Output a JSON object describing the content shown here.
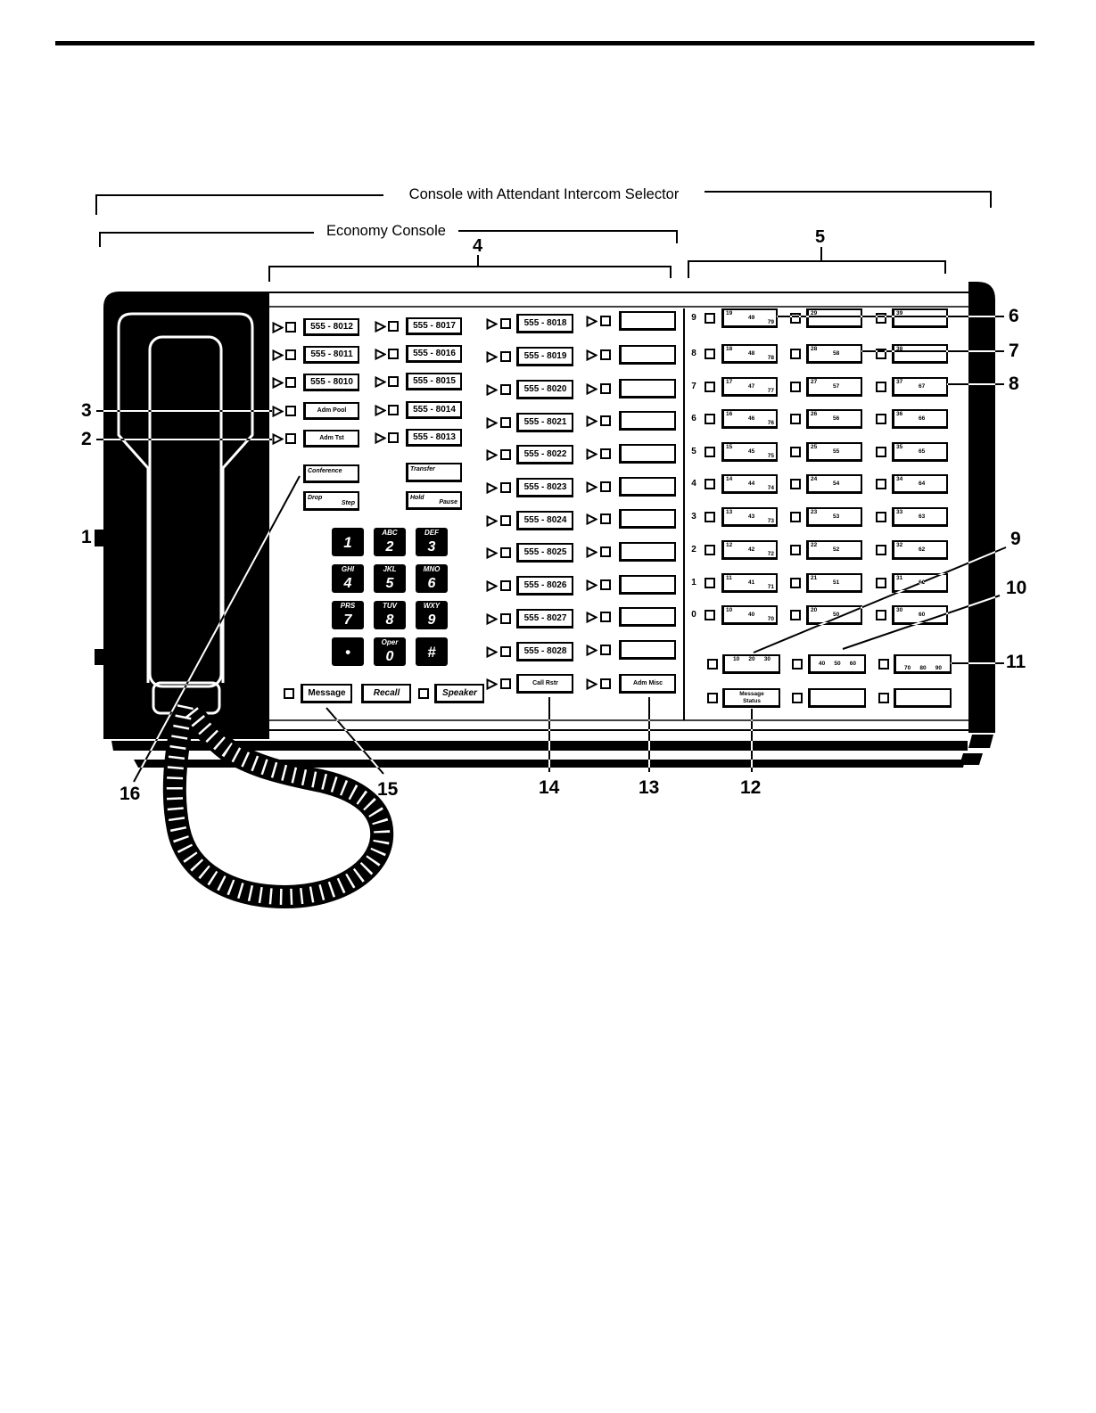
{
  "headers": {
    "full_console": "Console with Attendant Intercom Selector",
    "economy_console": "Economy Console",
    "section_4": "4",
    "section_5": "5"
  },
  "callouts": {
    "n1": "1",
    "n2": "2",
    "n3": "3",
    "n6": "6",
    "n7": "7",
    "n8": "8",
    "n9": "9",
    "n10": "10",
    "n11": "11",
    "n12": "12",
    "n13": "13",
    "n14": "14",
    "n15": "15",
    "n16": "16"
  },
  "call_appearances": {
    "col1": [
      "555 - 8012",
      "555 - 8011",
      "555 - 8010",
      "Adm Pool",
      "Adm Tst"
    ],
    "col2": [
      "555 - 8017",
      "555 - 8016",
      "555 - 8015",
      "555 - 8014",
      "555 - 8013"
    ],
    "col3": [
      "555 - 8018",
      "555 - 8019",
      "555 - 8020",
      "555 - 8021",
      "555 - 8022",
      "555 - 8023",
      "555 - 8024",
      "555 - 8025",
      "555 - 8026",
      "555 - 8027",
      "555 - 8028",
      "Call Rstr"
    ],
    "col4": [
      "",
      "",
      "",
      "",
      "",
      "",
      "",
      "",
      "",
      "",
      "",
      "Adm Misc"
    ]
  },
  "function_keys": {
    "conference": "Conference",
    "transfer": "Transfer",
    "drop": "Drop",
    "step": "Step",
    "hold": "Hold",
    "pause": "Pause"
  },
  "keypad": [
    {
      "letters": "",
      "digit": "1"
    },
    {
      "letters": "ABC",
      "digit": "2"
    },
    {
      "letters": "DEF",
      "digit": "3"
    },
    {
      "letters": "GHI",
      "digit": "4"
    },
    {
      "letters": "JKL",
      "digit": "5"
    },
    {
      "letters": "MNO",
      "digit": "6"
    },
    {
      "letters": "PRS",
      "digit": "7"
    },
    {
      "letters": "TUV",
      "digit": "8"
    },
    {
      "letters": "WXY",
      "digit": "9"
    },
    {
      "letters": "",
      "digit": "•"
    },
    {
      "letters": "Oper",
      "digit": "0"
    },
    {
      "letters": "",
      "digit": "#"
    }
  ],
  "bottom_keys": {
    "message": "Message",
    "recall": "Recall",
    "speaker": "Speaker"
  },
  "selector": {
    "rows": [
      {
        "label": "9",
        "buttons": [
          [
            "19",
            "49",
            "79"
          ],
          [
            "29"
          ],
          [
            "39"
          ]
        ]
      },
      {
        "label": "8",
        "buttons": [
          [
            "18",
            "48",
            "78"
          ],
          [
            "28",
            "58"
          ],
          [
            "38"
          ]
        ]
      },
      {
        "label": "7",
        "buttons": [
          [
            "17",
            "47",
            "77"
          ],
          [
            "27",
            "57"
          ],
          [
            "37",
            "67"
          ]
        ]
      },
      {
        "label": "6",
        "buttons": [
          [
            "16",
            "46",
            "76"
          ],
          [
            "26",
            "56"
          ],
          [
            "36",
            "66"
          ]
        ]
      },
      {
        "label": "5",
        "buttons": [
          [
            "15",
            "45",
            "75"
          ],
          [
            "25",
            "55"
          ],
          [
            "35",
            "65"
          ]
        ]
      },
      {
        "label": "4",
        "buttons": [
          [
            "14",
            "44",
            "74"
          ],
          [
            "24",
            "54"
          ],
          [
            "34",
            "64"
          ]
        ]
      },
      {
        "label": "3",
        "buttons": [
          [
            "13",
            "43",
            "73"
          ],
          [
            "23",
            "53"
          ],
          [
            "33",
            "63"
          ]
        ]
      },
      {
        "label": "2",
        "buttons": [
          [
            "12",
            "42",
            "72"
          ],
          [
            "22",
            "52"
          ],
          [
            "32",
            "62"
          ]
        ]
      },
      {
        "label": "1",
        "buttons": [
          [
            "11",
            "41",
            "71"
          ],
          [
            "21",
            "51"
          ],
          [
            "31",
            "61"
          ]
        ]
      },
      {
        "label": "0",
        "buttons": [
          [
            "10",
            "40",
            "70"
          ],
          [
            "20",
            "50"
          ],
          [
            "30",
            "60"
          ]
        ]
      }
    ],
    "hundreds": [
      [
        "10",
        "20",
        "30"
      ],
      [
        "40",
        "50",
        "60"
      ],
      [
        "70",
        "80",
        "90"
      ]
    ],
    "message_status": [
      "Message",
      "Status"
    ]
  }
}
